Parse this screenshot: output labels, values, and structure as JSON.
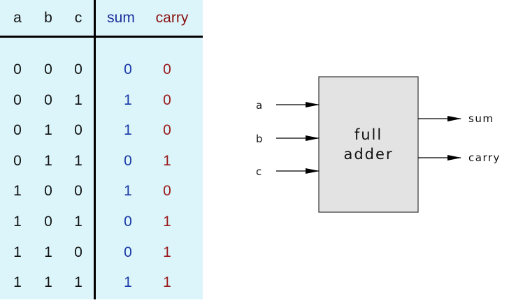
{
  "truth_table": {
    "headers": {
      "a": "a",
      "b": "b",
      "c": "c",
      "sum": "sum",
      "carry": "carry"
    },
    "rows": [
      {
        "a": "0",
        "b": "0",
        "c": "0",
        "sum": "0",
        "carry": "0"
      },
      {
        "a": "0",
        "b": "0",
        "c": "1",
        "sum": "1",
        "carry": "0"
      },
      {
        "a": "0",
        "b": "1",
        "c": "0",
        "sum": "1",
        "carry": "0"
      },
      {
        "a": "0",
        "b": "1",
        "c": "1",
        "sum": "0",
        "carry": "1"
      },
      {
        "a": "1",
        "b": "0",
        "c": "0",
        "sum": "1",
        "carry": "0"
      },
      {
        "a": "1",
        "b": "0",
        "c": "1",
        "sum": "0",
        "carry": "1"
      },
      {
        "a": "1",
        "b": "1",
        "c": "0",
        "sum": "0",
        "carry": "1"
      },
      {
        "a": "1",
        "b": "1",
        "c": "1",
        "sum": "1",
        "carry": "1"
      }
    ],
    "colors": {
      "background": "#dcf5fb",
      "sum": "#1b3aa8",
      "carry": "#9a1a1a"
    }
  },
  "diagram": {
    "block_line1": "full",
    "block_line2": "adder",
    "inputs": [
      "a",
      "b",
      "c"
    ],
    "outputs": [
      "sum",
      "carry"
    ],
    "block_fill": "#e3e3e3"
  }
}
